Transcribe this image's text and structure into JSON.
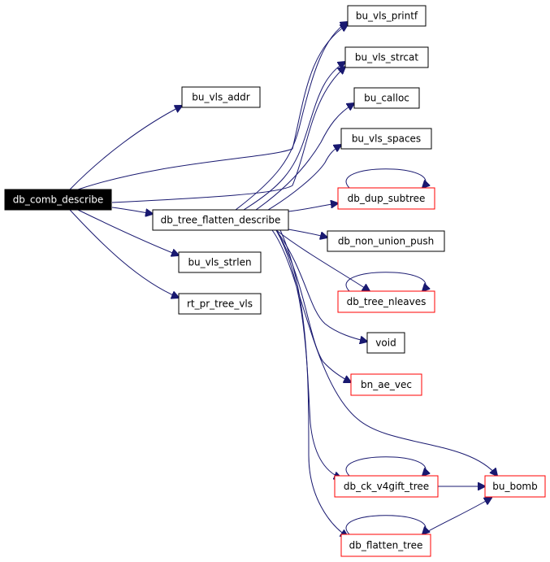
{
  "colors": {
    "edge": "#191970",
    "root_fill": "#000000",
    "root_text": "#ffffff",
    "node_border": "#000000",
    "highlight_border": "#ff0000",
    "node_fill": "#ffffff",
    "node_text": "#000000"
  },
  "nodes": [
    {
      "id": "db_comb_describe",
      "label": "db_comb_describe",
      "style": "root"
    },
    {
      "id": "bu_vls_addr",
      "label": "bu_vls_addr",
      "style": "plain"
    },
    {
      "id": "db_tree_flatten_describe",
      "label": "db_tree_flatten_describe",
      "style": "plain"
    },
    {
      "id": "bu_vls_strlen",
      "label": "bu_vls_strlen",
      "style": "plain"
    },
    {
      "id": "rt_pr_tree_vls",
      "label": "rt_pr_tree_vls",
      "style": "plain"
    },
    {
      "id": "bu_vls_printf",
      "label": "bu_vls_printf",
      "style": "plain"
    },
    {
      "id": "bu_vls_strcat",
      "label": "bu_vls_strcat",
      "style": "plain"
    },
    {
      "id": "bu_calloc",
      "label": "bu_calloc",
      "style": "plain"
    },
    {
      "id": "bu_vls_spaces",
      "label": "bu_vls_spaces",
      "style": "plain"
    },
    {
      "id": "db_dup_subtree",
      "label": "db_dup_subtree",
      "style": "red"
    },
    {
      "id": "db_non_union_push",
      "label": "db_non_union_push",
      "style": "plain"
    },
    {
      "id": "db_tree_nleaves",
      "label": "db_tree_nleaves",
      "style": "red"
    },
    {
      "id": "void",
      "label": "void",
      "style": "plain"
    },
    {
      "id": "bn_ae_vec",
      "label": "bn_ae_vec",
      "style": "red"
    },
    {
      "id": "db_ck_v4gift_tree",
      "label": "db_ck_v4gift_tree",
      "style": "red"
    },
    {
      "id": "bu_bomb",
      "label": "bu_bomb",
      "style": "red"
    },
    {
      "id": "db_flatten_tree",
      "label": "db_flatten_tree",
      "style": "red"
    }
  ],
  "edges": [
    {
      "from": "db_comb_describe",
      "to": "bu_vls_addr"
    },
    {
      "from": "db_comb_describe",
      "to": "bu_vls_printf"
    },
    {
      "from": "db_comb_describe",
      "to": "bu_vls_strcat"
    },
    {
      "from": "db_comb_describe",
      "to": "db_tree_flatten_describe"
    },
    {
      "from": "db_comb_describe",
      "to": "bu_vls_strlen"
    },
    {
      "from": "db_comb_describe",
      "to": "rt_pr_tree_vls"
    },
    {
      "from": "db_tree_flatten_describe",
      "to": "bu_vls_printf"
    },
    {
      "from": "db_tree_flatten_describe",
      "to": "bu_vls_strcat"
    },
    {
      "from": "db_tree_flatten_describe",
      "to": "bu_calloc"
    },
    {
      "from": "db_tree_flatten_describe",
      "to": "bu_vls_spaces"
    },
    {
      "from": "db_tree_flatten_describe",
      "to": "db_dup_subtree"
    },
    {
      "from": "db_tree_flatten_describe",
      "to": "db_non_union_push"
    },
    {
      "from": "db_tree_flatten_describe",
      "to": "db_tree_nleaves"
    },
    {
      "from": "db_tree_flatten_describe",
      "to": "void"
    },
    {
      "from": "db_tree_flatten_describe",
      "to": "bn_ae_vec"
    },
    {
      "from": "db_tree_flatten_describe",
      "to": "bu_bomb"
    },
    {
      "from": "db_tree_flatten_describe",
      "to": "db_ck_v4gift_tree"
    },
    {
      "from": "db_tree_flatten_describe",
      "to": "db_flatten_tree"
    },
    {
      "from": "db_dup_subtree",
      "to": "db_dup_subtree"
    },
    {
      "from": "db_tree_nleaves",
      "to": "db_tree_nleaves"
    },
    {
      "from": "db_ck_v4gift_tree",
      "to": "db_ck_v4gift_tree"
    },
    {
      "from": "db_ck_v4gift_tree",
      "to": "bu_bomb"
    },
    {
      "from": "db_flatten_tree",
      "to": "db_flatten_tree"
    },
    {
      "from": "db_flatten_tree",
      "to": "bu_bomb"
    }
  ]
}
